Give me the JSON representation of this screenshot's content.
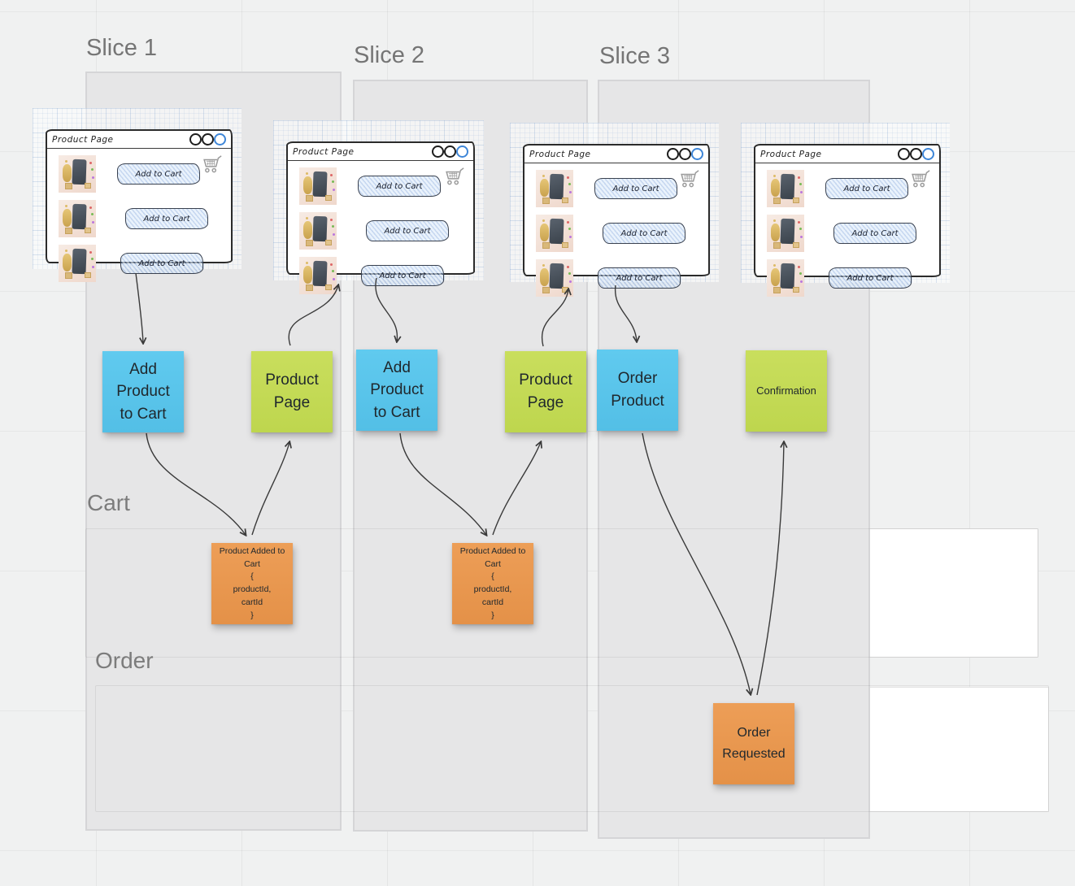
{
  "board": {
    "slice_labels": [
      "Slice 1",
      "Slice 2",
      "Slice 3"
    ],
    "lane_labels": [
      "Cart",
      "Order"
    ]
  },
  "wireframes": [
    {
      "title": "Product Page",
      "buttons": [
        "Add to Cart",
        "Add to Cart",
        "Add to Cart"
      ],
      "icons": [
        "window-control-circles",
        "shopping-cart-icon"
      ]
    },
    {
      "title": "Product Page",
      "buttons": [
        "Add to Cart",
        "Add to Cart",
        "Add to Cart"
      ],
      "icons": [
        "window-control-circles",
        "shopping-cart-icon"
      ]
    },
    {
      "title": "Product Page",
      "buttons": [
        "Add to Cart",
        "Add to Cart",
        "Add to Cart"
      ],
      "icons": [
        "window-control-circles",
        "shopping-cart-icon"
      ]
    },
    {
      "title": "Product Page",
      "buttons": [
        "Add to Cart",
        "Add to Cart",
        "Add to Cart"
      ],
      "icons": [
        "window-control-circles",
        "shopping-cart-icon"
      ]
    }
  ],
  "stickies": [
    {
      "kind": "command",
      "color": "blue",
      "label": "Add\nProduct\nto Cart"
    },
    {
      "kind": "view",
      "color": "green",
      "label": "Product\nPage"
    },
    {
      "kind": "command",
      "color": "blue",
      "label": "Add\nProduct\nto Cart"
    },
    {
      "kind": "view",
      "color": "green",
      "label": "Product\nPage"
    },
    {
      "kind": "command",
      "color": "blue",
      "label": "Order\nProduct"
    },
    {
      "kind": "view",
      "color": "green",
      "label": "Confirmation"
    },
    {
      "kind": "event",
      "color": "orange",
      "label": "Product Added to\nCart\n{\nproductId,\ncartId\n}"
    },
    {
      "kind": "event",
      "color": "orange",
      "label": "Product Added to\nCart\n{\nproductId,\ncartId\n}"
    },
    {
      "kind": "event",
      "color": "orange",
      "label": "Order\nRequested"
    }
  ],
  "colors": {
    "canvas_background": "#F0F1F1",
    "slice_fill": "#E6E6E7",
    "sticky_blue": "#58C4EA",
    "sticky_green": "#C3D955",
    "sticky_orange": "#E9964E",
    "window_control_blue": "#3E86D8",
    "arrow_stroke": "#3a3a3a"
  }
}
